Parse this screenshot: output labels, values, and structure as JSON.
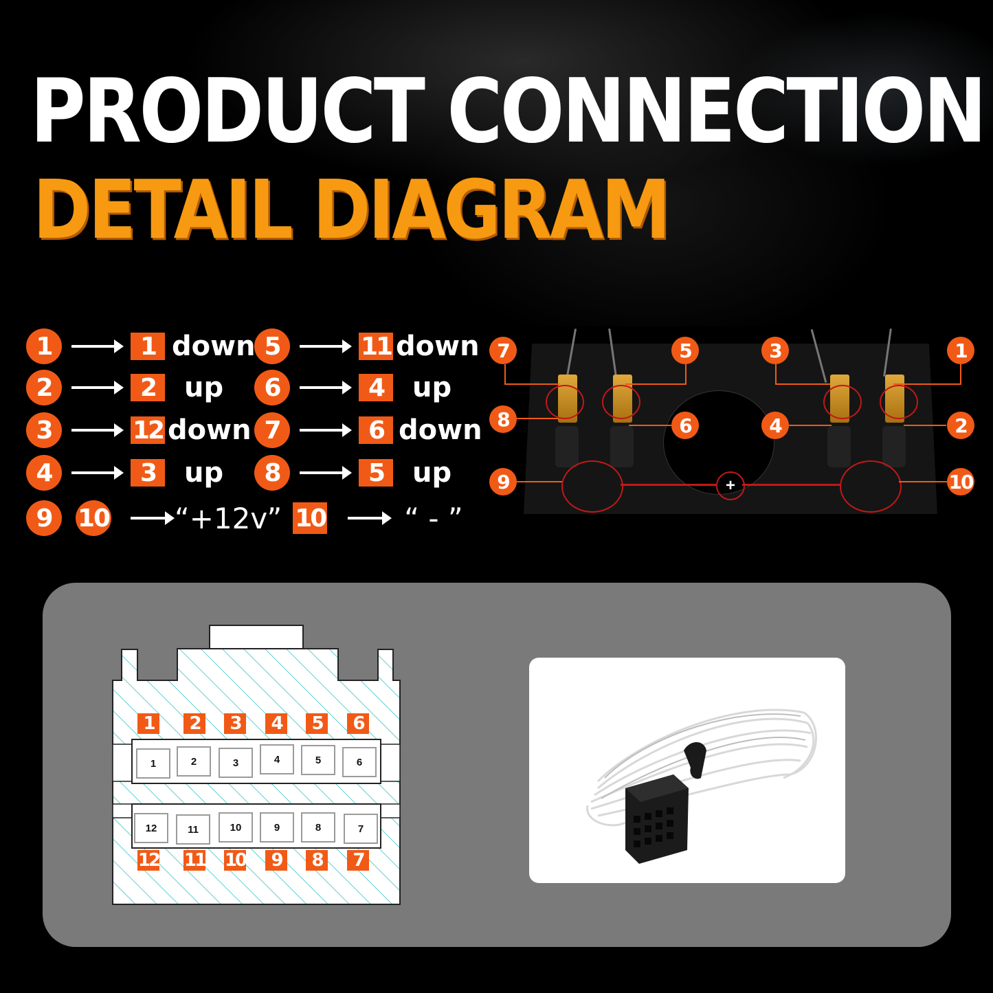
{
  "header": {
    "title_line1": "PRODUCT CONNECTION",
    "title_line2": "DETAIL DIAGRAM"
  },
  "colors": {
    "accent_orange": "#f15a16",
    "title_orange": "#f79a12",
    "panel_gray": "#7a7a7a",
    "hatch_cyan": "#5fd0d0",
    "highlight_red": "#c21818"
  },
  "legend": {
    "rows": [
      {
        "from": "1",
        "to": "1",
        "dir": "down"
      },
      {
        "from": "2",
        "to": "2",
        "dir": "up"
      },
      {
        "from": "3",
        "to": "12",
        "dir": "down"
      },
      {
        "from": "4",
        "to": "3",
        "dir": "up"
      },
      {
        "from": "5",
        "to": "11",
        "dir": "down"
      },
      {
        "from": "6",
        "to": "4",
        "dir": "up"
      },
      {
        "from": "7",
        "to": "6",
        "dir": "down"
      },
      {
        "from": "8",
        "to": "5",
        "dir": "up"
      }
    ],
    "power": {
      "from_a": "9",
      "from_b": "10",
      "positive_label": "“+12v”",
      "neg_pin": "10",
      "negative_label": "“ - ”"
    }
  },
  "photo": {
    "labels": [
      "1",
      "2",
      "3",
      "4",
      "5",
      "6",
      "7",
      "8",
      "9",
      "10"
    ],
    "center_symbol": "+"
  },
  "connector": {
    "top_badges": [
      "1",
      "2",
      "3",
      "4",
      "5",
      "6"
    ],
    "top_pins": [
      "1",
      "2",
      "3",
      "4",
      "5",
      "6"
    ],
    "bottom_pins": [
      "12",
      "11",
      "10",
      "9",
      "8",
      "7"
    ],
    "bottom_badges": [
      "12",
      "11",
      "10",
      "9",
      "8",
      "7"
    ]
  },
  "product_image": {
    "alt": "wiring harness with black 12-pin connector"
  }
}
